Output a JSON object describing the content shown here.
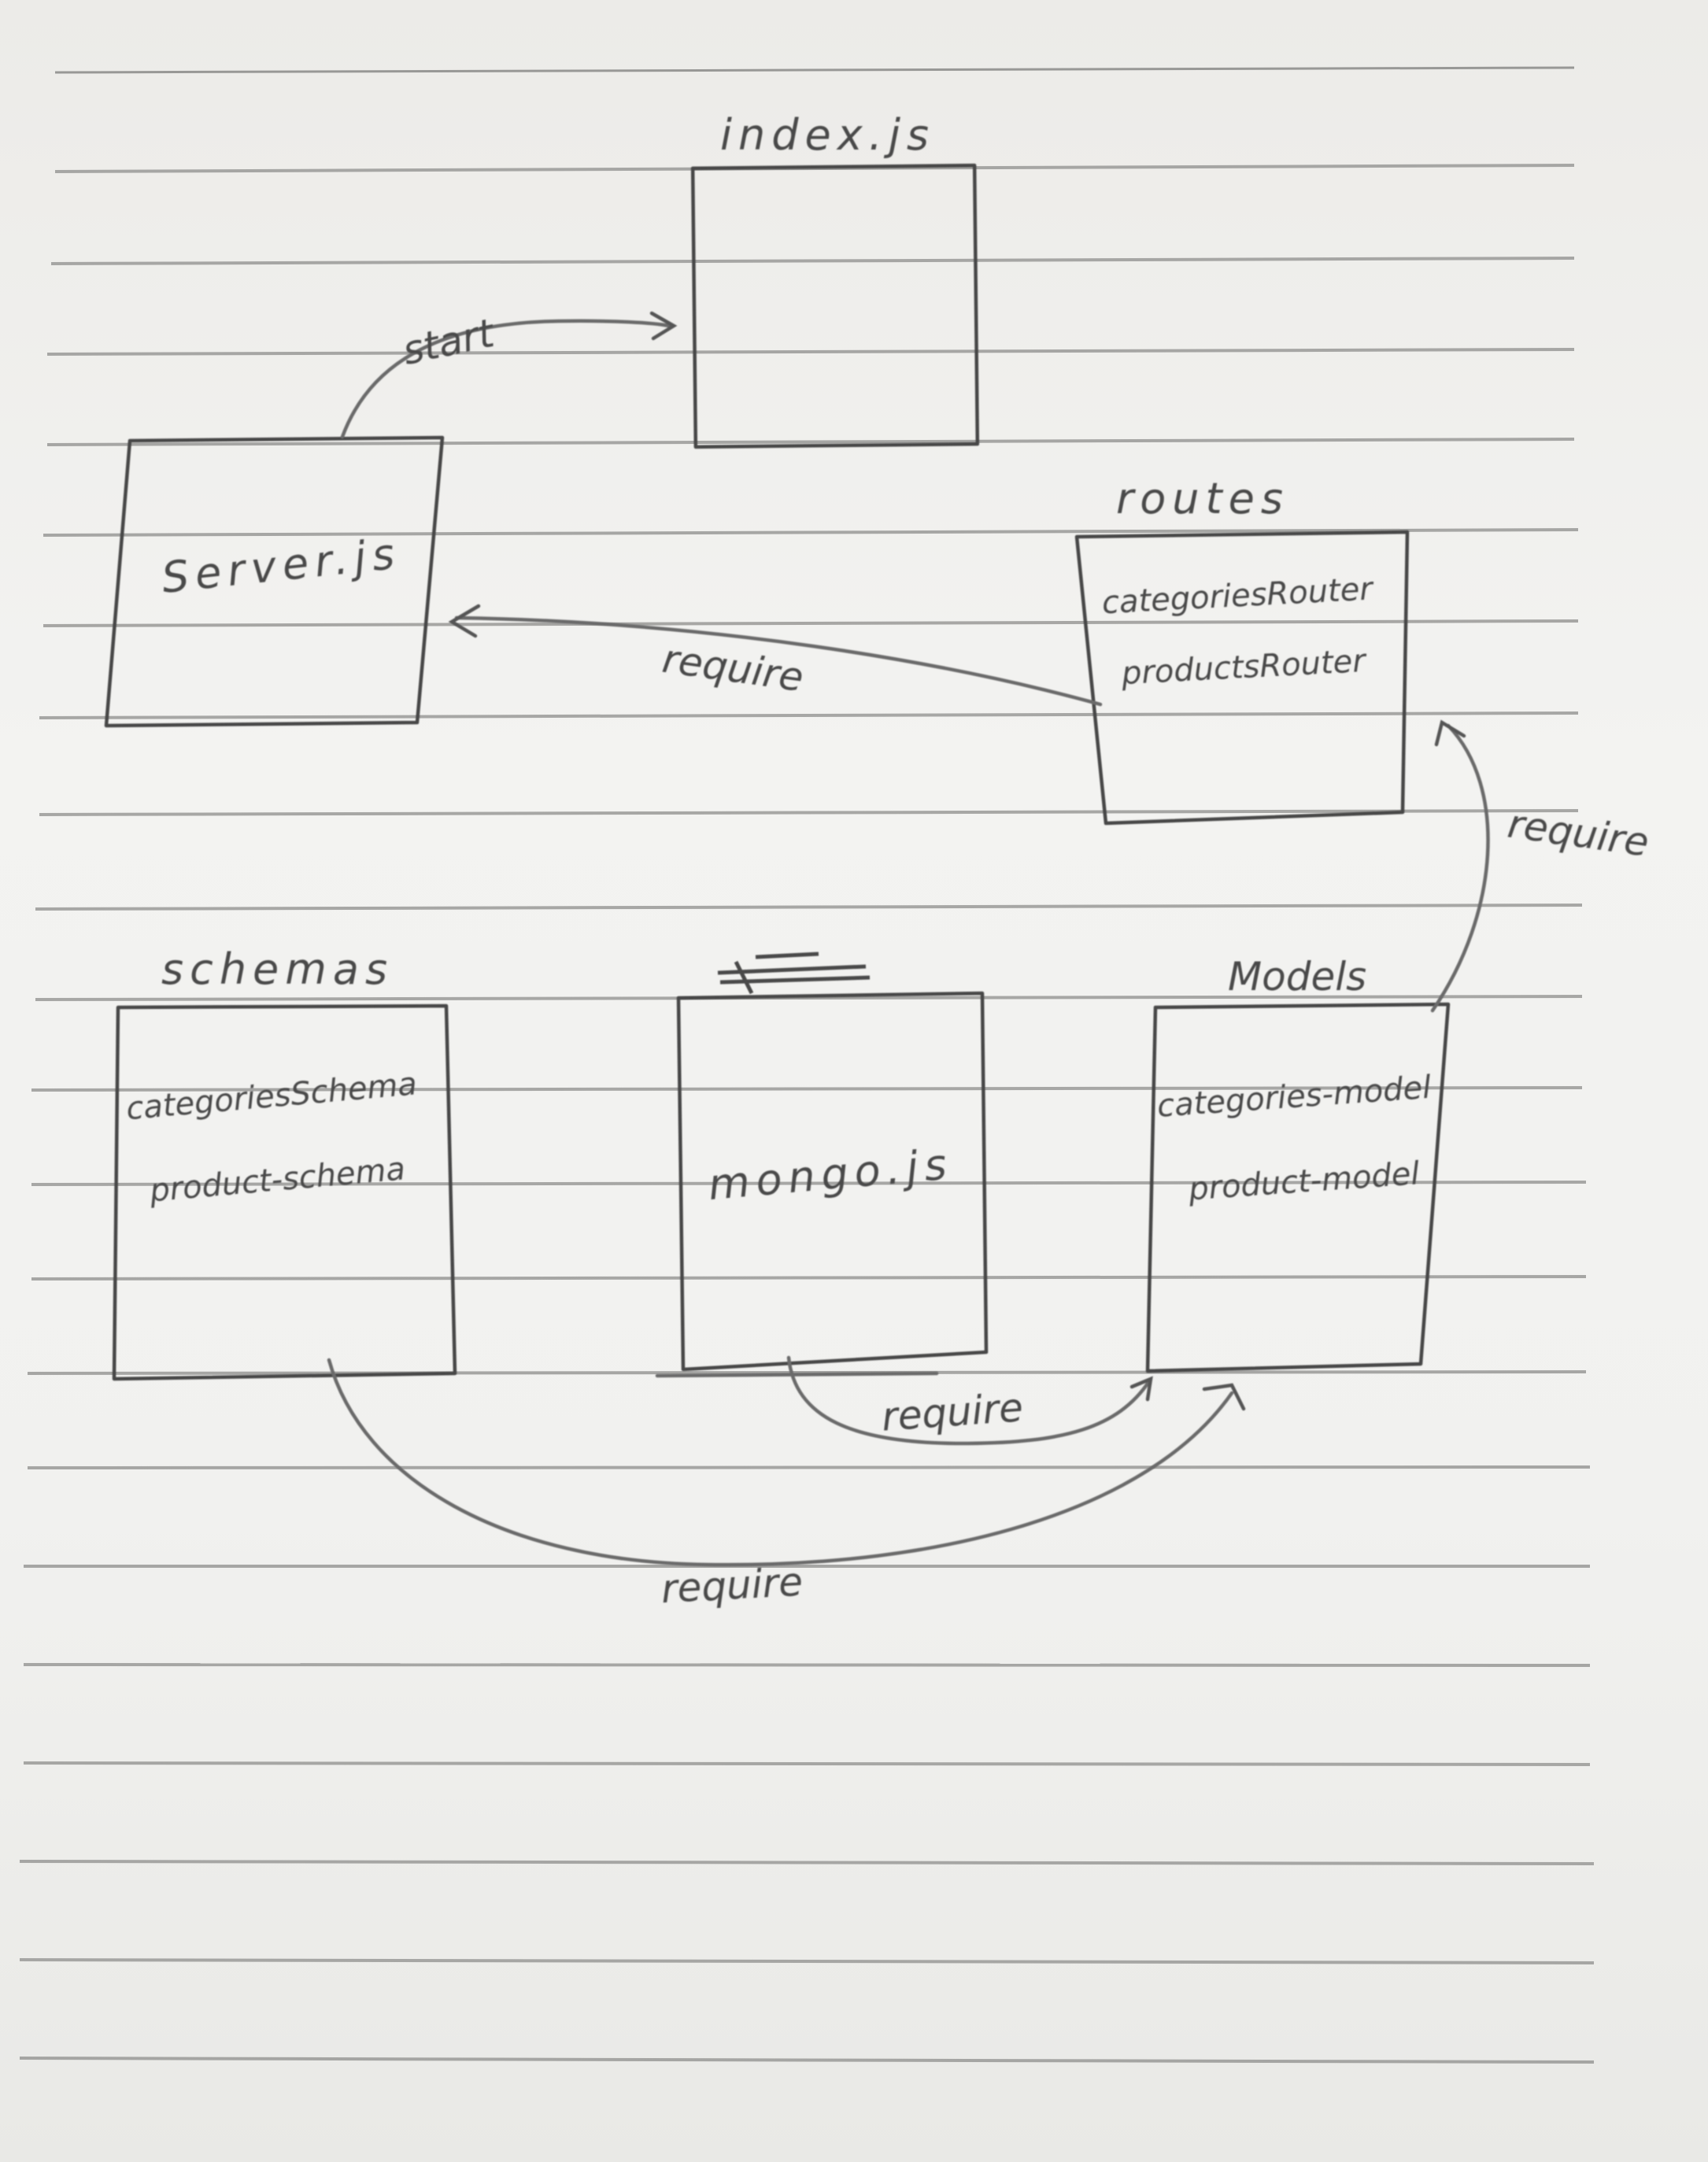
{
  "nodes": {
    "index": {
      "title": "index.js"
    },
    "server": {
      "label": "Server.js"
    },
    "routes": {
      "title": "routes",
      "items": [
        "categoriesRouter",
        "productsRouter"
      ]
    },
    "schemas": {
      "title": "schemas",
      "items": [
        "categoriesSchema",
        "product-schema"
      ]
    },
    "mongo": {
      "label": "mongo.js"
    },
    "models": {
      "title": "Models",
      "items": [
        "categories-model",
        "product-model"
      ]
    }
  },
  "edges": {
    "server_to_index": "start",
    "routes_to_server": "require",
    "models_to_routes": "require",
    "mongo_to_models": "require",
    "schemas_to_models": "require"
  }
}
